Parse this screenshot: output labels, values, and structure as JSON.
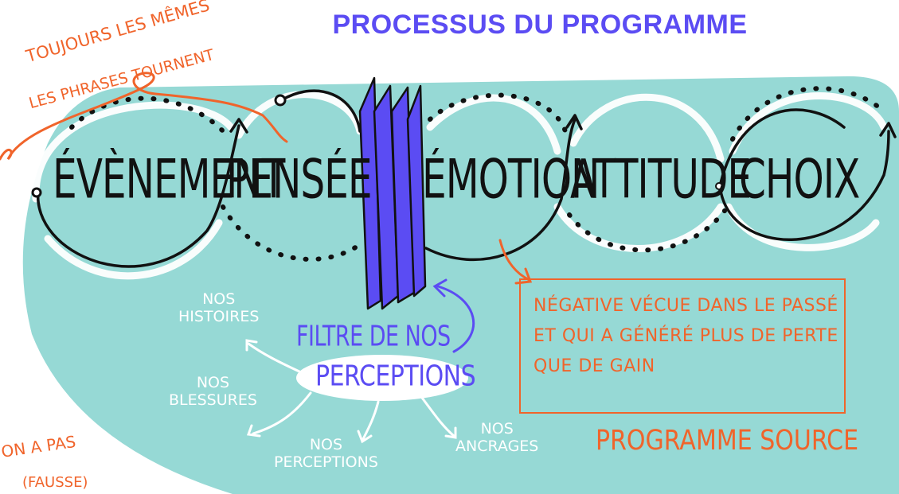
{
  "title": "PROCESSUS DU PROGRAMME",
  "stages": [
    "ÉVÈNEMENT",
    "PENSÉE",
    "ÉMOTION",
    "ATTITUDE",
    "CHOIX"
  ],
  "top_left_note": {
    "line1": "TOUJOURS LES MÊMES",
    "line2": "LES PHRASES TOURNENT"
  },
  "filter": {
    "title": "FILTRE DE NOS",
    "bubble": "PERCEPTIONS",
    "branches": [
      {
        "line1": "NOS",
        "line2": "HISTOIRES"
      },
      {
        "line1": "NOS",
        "line2": "BLESSURES"
      },
      {
        "line1": "NOS",
        "line2": "PERCEPTIONS"
      },
      {
        "line1": "NOS",
        "line2": "ANCRAGES"
      }
    ]
  },
  "emotion_box": {
    "line1": "NÉGATIVE VÉCUE DANS LE PASSÉ",
    "line2": "ET QUI A GÉNÉRÉ PLUS DE PERTE",
    "line3": "QUE DE GAIN"
  },
  "program_source": "PROGRAMME SOURCE",
  "bottom_left_note": {
    "line1": "ON A PAS",
    "line2": "(FAUSSE)"
  },
  "colors": {
    "teal": "#96d9d5",
    "purple": "#5b4cf3",
    "orange": "#f0642b",
    "ink": "#111111"
  }
}
